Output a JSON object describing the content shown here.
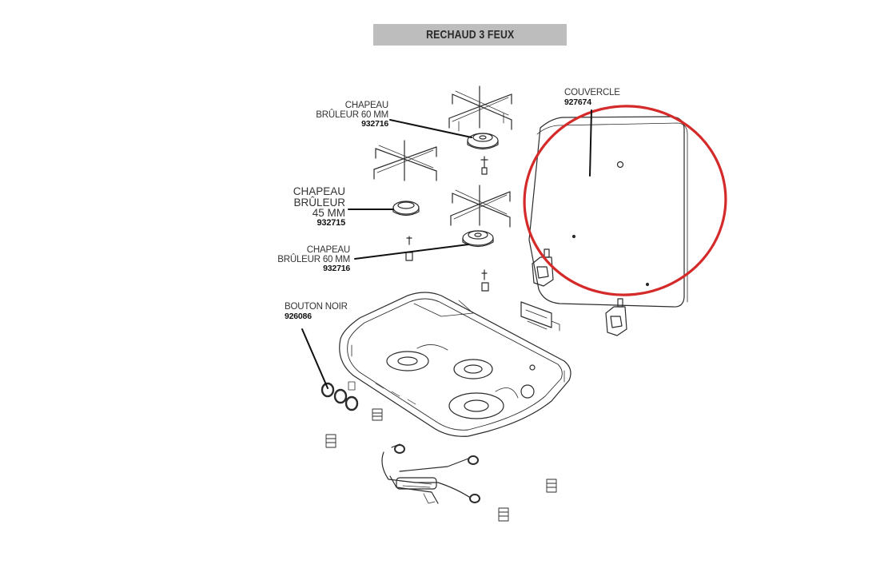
{
  "title": "RECHAUD 3 FEUX",
  "parts": {
    "couvercle": {
      "lines": [
        "COUVERCLE"
      ],
      "ref": "927674"
    },
    "chapeau_top": {
      "lines": [
        "CHAPEAU",
        "BRÛLEUR 60 MM"
      ],
      "ref": "932716"
    },
    "chapeau_45": {
      "lines": [
        "CHAPEAU",
        "BRÛLEUR",
        "45 MM"
      ],
      "ref": "932715"
    },
    "chapeau_mid": {
      "lines": [
        "CHAPEAU",
        "BRÛLEUR 60 MM"
      ],
      "ref": "932716"
    },
    "bouton": {
      "lines": [
        "BOUTON NOIR"
      ],
      "ref": "926086"
    }
  },
  "colors": {
    "title_bar": "#bdbdbd",
    "highlight_circle": "#d42a2a",
    "line_art": "#2b2b2b"
  }
}
